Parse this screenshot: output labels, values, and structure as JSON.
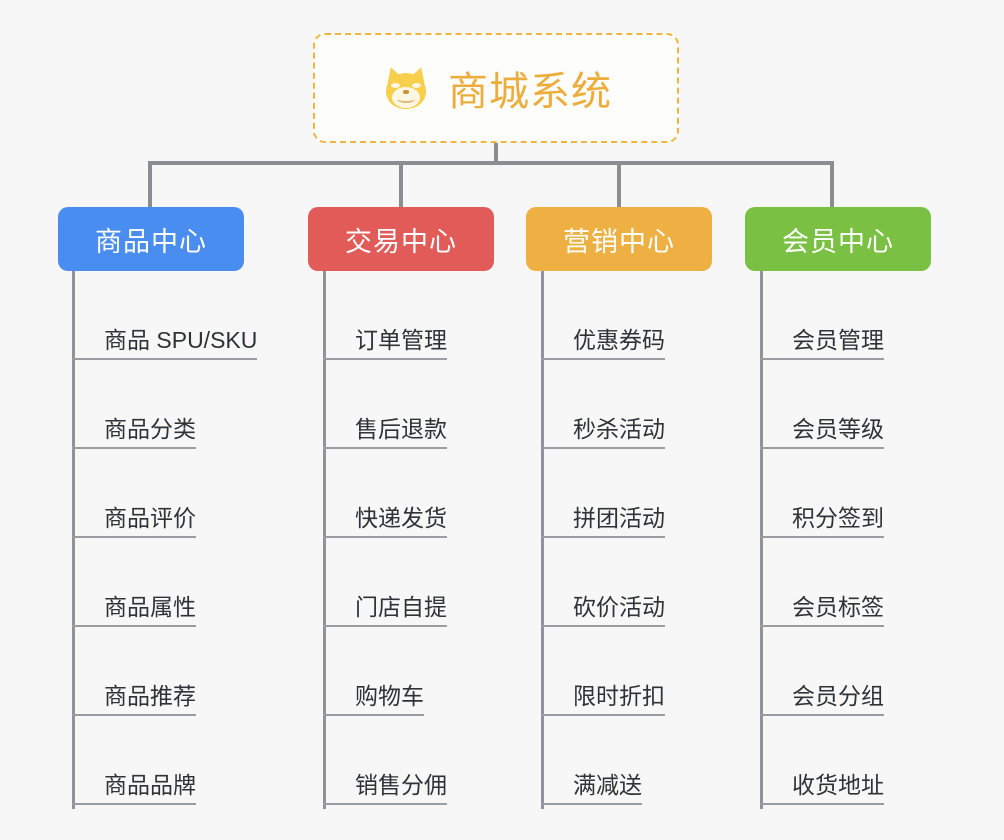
{
  "root": {
    "title": "商城系统",
    "icon": "shiba-face-icon",
    "border_color": "#f0b43f",
    "text_color": "#edad3c"
  },
  "canvas": {
    "background": "#f7f7f7",
    "connector_color": "#8a8d91"
  },
  "branches": [
    {
      "label": "商品中心",
      "color": "#4a8df0",
      "items": [
        "商品 SPU/SKU",
        "商品分类",
        "商品评价",
        "商品属性",
        "商品推荐",
        "商品品牌"
      ]
    },
    {
      "label": "交易中心",
      "color": "#e15b59",
      "items": [
        "订单管理",
        "售后退款",
        "快递发货",
        "门店自提",
        "购物车",
        "销售分佣"
      ]
    },
    {
      "label": "营销中心",
      "color": "#eeb043",
      "items": [
        "优惠券码",
        "秒杀活动",
        "拼团活动",
        "砍价活动",
        "限时折扣",
        "满减送"
      ]
    },
    {
      "label": "会员中心",
      "color": "#79c043",
      "items": [
        "会员管理",
        "会员等级",
        "积分签到",
        "会员标签",
        "会员分组",
        "收货地址"
      ]
    }
  ]
}
